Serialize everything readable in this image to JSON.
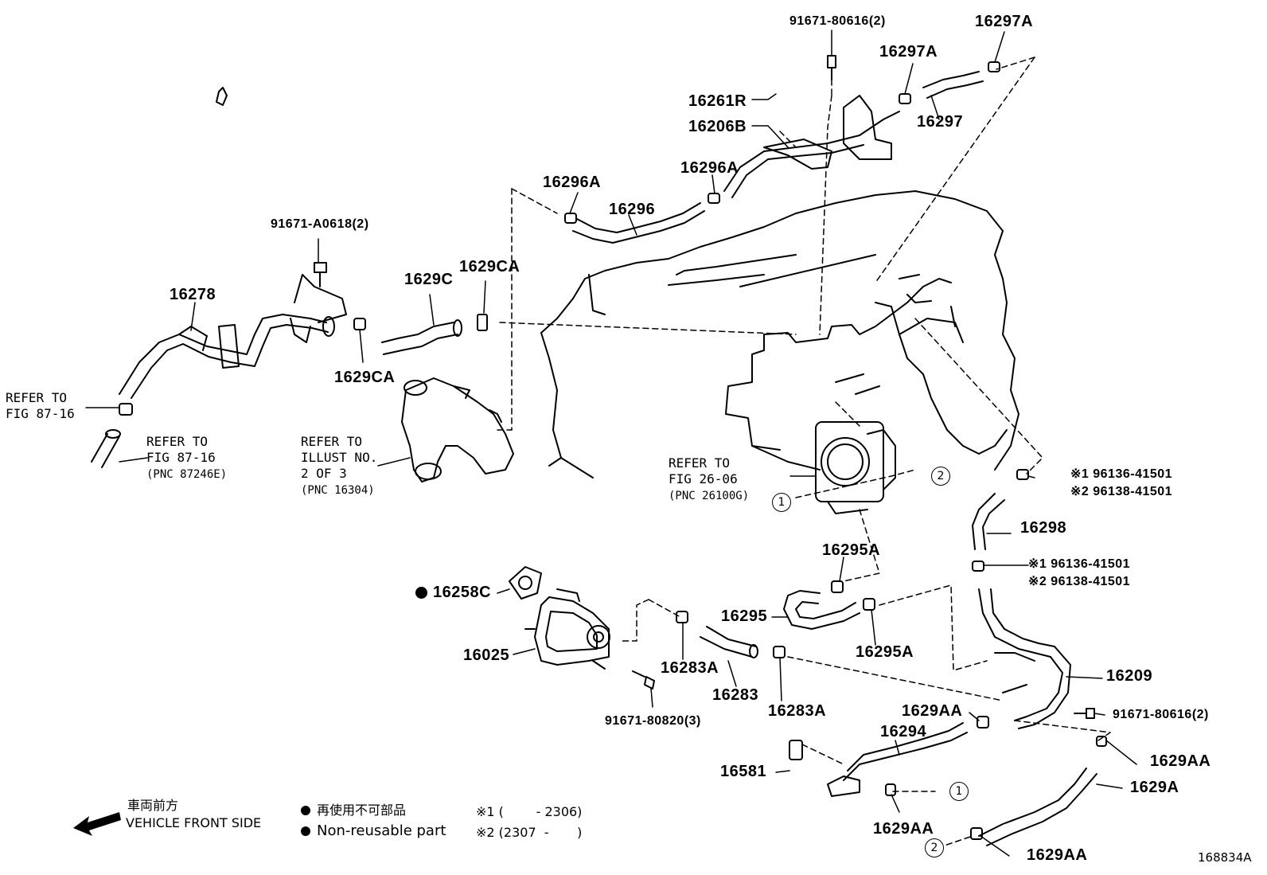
{
  "parts": {
    "p91671_80616_top": "91671-80616(2)",
    "p16297A_1": "16297A",
    "p16297A_2": "16297A",
    "p16297": "16297",
    "p16261R": "16261R",
    "p16206B": "16206B",
    "p16296A_1": "16296A",
    "p16296A_2": "16296A",
    "p16296": "16296",
    "p91671_A0618": "91671-A0618(2)",
    "p16278": "16278",
    "p1629C": "1629C",
    "p1629CA_1": "1629CA",
    "p1629CA_2": "1629CA",
    "p96136_1": "※1 96136-41501",
    "p96138_1": "※2 96138-41501",
    "p16298": "16298",
    "p96136_2": "※1 96136-41501",
    "p96138_2": "※2 96138-41501",
    "p16295A_1": "16295A",
    "p16295A_2": "16295A",
    "p16295": "16295",
    "p16258C": "16258C",
    "p16025": "16025",
    "p16283A_1": "16283A",
    "p16283A_2": "16283A",
    "p16283": "16283",
    "p91671_80820": "91671-80820(3)",
    "p16209": "16209",
    "p91671_80616_r": "91671-80616(2)",
    "p1629AA_1": "1629AA",
    "p16294": "16294",
    "p16581": "16581",
    "p1629AA_2": "1629AA",
    "p1629A": "1629A",
    "p1629AA_3": "1629AA",
    "p1629AA_4": "1629AA"
  },
  "refs": {
    "r1_l1": "REFER TO",
    "r1_l2": "FIG 87-16",
    "r2_l1": "REFER TO",
    "r2_l2": "FIG 87-16",
    "r2_l3": "(PNC 87246E)",
    "r3_l1": "REFER TO",
    "r3_l2": "ILLUST NO.",
    "r3_l3": "2 OF 3",
    "r3_l4": "(PNC 16304)",
    "r4_l1": "REFER TO",
    "r4_l2": "FIG 26-06",
    "r4_l3": "(PNC 26100G)"
  },
  "markers": {
    "c1": "1",
    "c2": "2"
  },
  "legend": {
    "front_jp": "車両前方",
    "front_en": "VEHICLE FRONT SIDE",
    "nonreuse_jp": "再使用不可部品",
    "nonreuse_en": "Non-reusable part",
    "note1": "※1 (        - 2306)",
    "note2": "※2 (2307  -       )"
  },
  "diagram_code": "168834A"
}
